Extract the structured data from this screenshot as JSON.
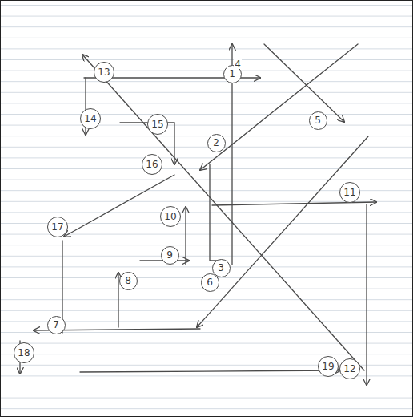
{
  "diagram": {
    "nodes": [
      {
        "text": [
          "13"
        ]
      },
      {
        "text": [
          "1"
        ]
      },
      {
        "text": [
          "14"
        ]
      },
      {
        "text": [
          "5"
        ]
      },
      {
        "text": [
          "15"
        ]
      },
      {
        "text": [
          "2"
        ]
      },
      {
        "text": [
          "16"
        ]
      },
      {
        "text": [
          "11"
        ]
      },
      {
        "text": [
          "10"
        ]
      },
      {
        "text": [
          "17"
        ]
      },
      {
        "text": [
          "9"
        ]
      },
      {
        "text": [
          "3"
        ]
      },
      {
        "text": [
          "8"
        ]
      },
      {
        "text": [
          "6"
        ]
      },
      {
        "text": [
          "7"
        ]
      },
      {
        "text": [
          "18"
        ]
      },
      {
        "text": [
          "19"
        ]
      },
      {
        "text": [
          "12"
        ]
      }
    ],
    "labels": [
      "4"
    ]
  }
}
